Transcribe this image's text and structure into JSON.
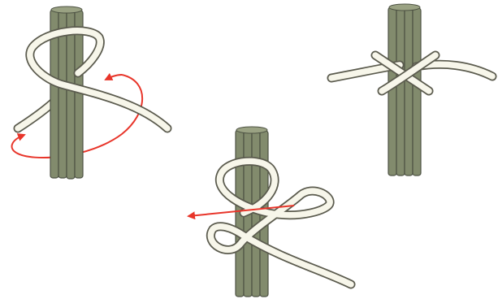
{
  "diagram": {
    "colors": {
      "background": "#ffffff",
      "pole": "#828b6d",
      "rope_fill": "#f7f6ea",
      "rope_outline": "#5b5b4e",
      "arrow": "#e8352a"
    },
    "panels": [
      {
        "name": "step-1",
        "arrow": "circular-wrap"
      },
      {
        "name": "step-2",
        "arrow": "pull-left"
      },
      {
        "name": "step-3",
        "arrow": "none"
      }
    ]
  }
}
